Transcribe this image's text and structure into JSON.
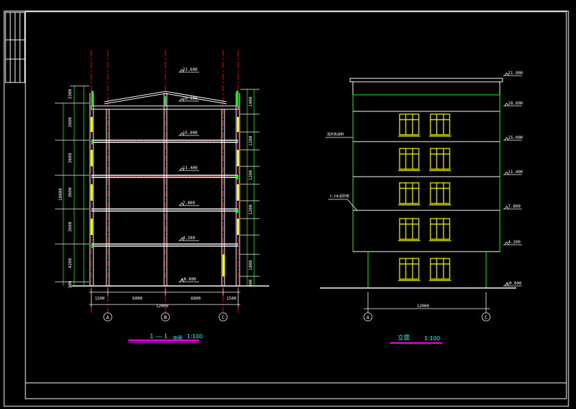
{
  "colors": {
    "background": "#000000",
    "frame": "#ffffff",
    "axis": "#ff0000",
    "green": "#00ff00",
    "yellow": "#ffff00",
    "cyan": "#00ffff",
    "magenta": "#ff00ff"
  },
  "section": {
    "title_main": "1 — 1",
    "title_sub": "剖面",
    "scale": "1:100",
    "elevations": [
      "21.600",
      "18.200",
      "15.000",
      "11.400",
      "7.800",
      "4.200",
      "±0.000"
    ],
    "left_dims": [
      "3300",
      "2600",
      "3600",
      "3600",
      "3600",
      "4200",
      "300"
    ],
    "left_total": "18600",
    "right_dims": [
      "1400",
      "1200",
      "1200",
      "1200",
      "1800",
      "300"
    ],
    "bottom_dims": [
      "1500",
      "6000",
      "6000",
      "1500"
    ],
    "bottom_total": "12000",
    "grid_labels": [
      "A",
      "B",
      "C"
    ]
  },
  "elevation": {
    "title": "立面",
    "scale": "1:100",
    "elevations": [
      "21.900",
      "18.600",
      "15.000",
      "11.400",
      "7.800",
      "4.200",
      "±0.000"
    ],
    "notes": [
      "浅灰色涂料",
      "1:2水泥砂浆"
    ],
    "bottom_total": "12000",
    "grid_labels": [
      "A",
      "C"
    ]
  }
}
